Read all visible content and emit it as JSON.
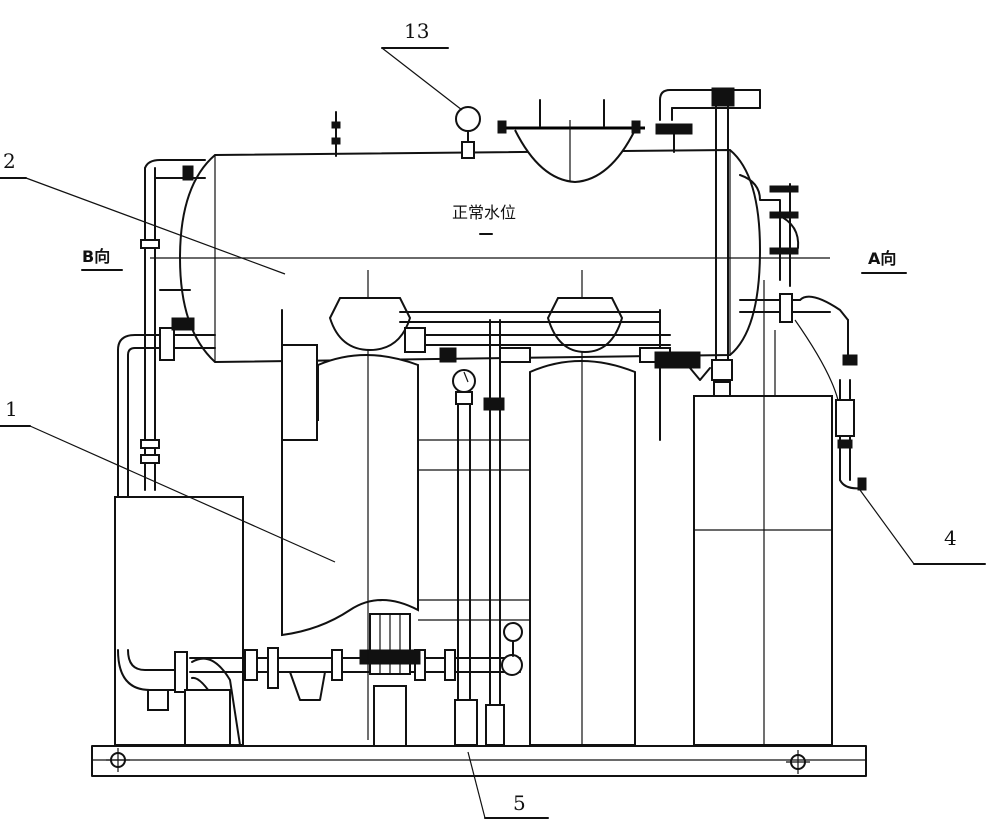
{
  "labels": {
    "callout_13": "13",
    "callout_2": "2",
    "callout_1": "1",
    "callout_4": "4",
    "callout_5": "5",
    "view_b": "B向",
    "view_a": "A向",
    "normal_water_level": "正常水位"
  },
  "colors": {
    "ink": "#111111",
    "background": "#ffffff"
  }
}
